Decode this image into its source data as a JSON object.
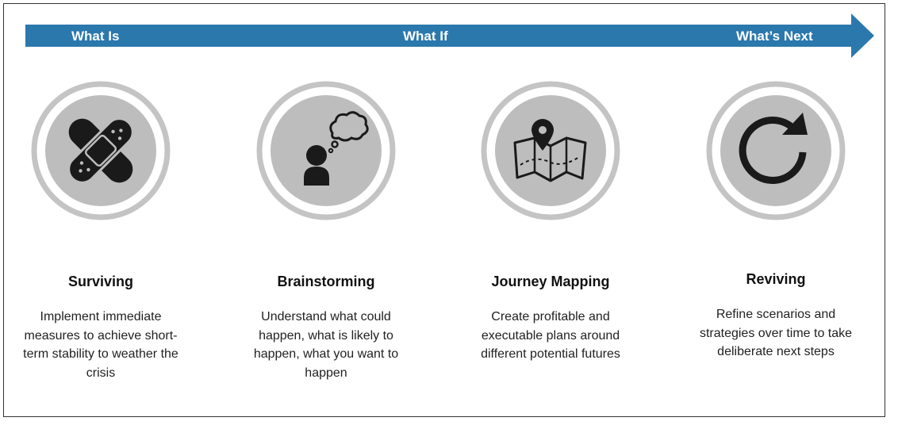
{
  "phases": {
    "what_is": "What Is",
    "what_if": "What If",
    "whats_next": "What’s Next"
  },
  "colors": {
    "arrow": "#2b78ad",
    "badge_fill": "#bdbdbd",
    "badge_ring": "#c4c4c4",
    "icon": "#1a1a1a"
  },
  "steps": [
    {
      "icon": "bandage-icon",
      "title": "Surviving",
      "description": "Implement immediate measures to achieve short-term stability to weather the crisis"
    },
    {
      "icon": "thinking-person-icon",
      "title": "Brainstorming",
      "description": "Understand what could happen, what is likely to happen, what you want to happen"
    },
    {
      "icon": "map-pin-icon",
      "title": "Journey Mapping",
      "description": "Create profitable and executable plans around different potential futures"
    },
    {
      "icon": "refresh-icon",
      "title": "Reviving",
      "description": "Refine scenarios and strategies over time to take deliberate next steps"
    }
  ]
}
